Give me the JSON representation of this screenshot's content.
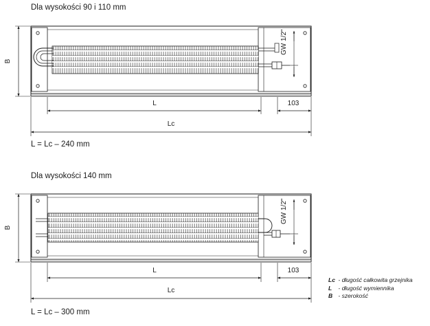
{
  "diagrams": [
    {
      "title": "Dla wysokości 90 i 110 mm",
      "formula": "L = Lc – 240 mm",
      "dim_b": "B",
      "dim_l": "L",
      "dim_lc": "Lc",
      "dim_103": "103",
      "connection": "GW 1/2\""
    },
    {
      "title": "Dla wysokości 140 mm",
      "formula": "L = Lc – 300 mm",
      "dim_b": "B",
      "dim_l": "L",
      "dim_lc": "Lc",
      "dim_103": "103",
      "connection": "GW 1/2\""
    }
  ],
  "legend": [
    {
      "symbol": "Lc",
      "text": "- długość całkowita grzejnika"
    },
    {
      "symbol": "L",
      "text": "- długość wymiennika"
    },
    {
      "symbol": "B",
      "text": "- szerokość"
    }
  ]
}
